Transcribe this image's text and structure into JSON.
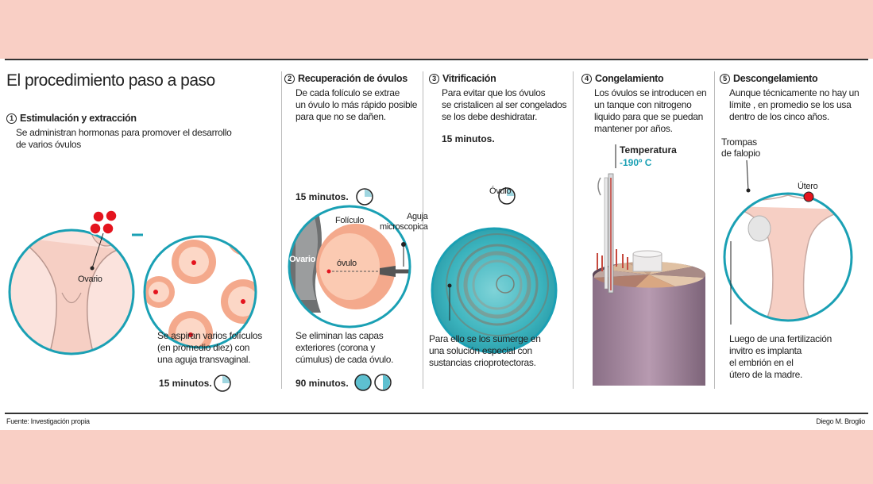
{
  "title": "El procedimiento paso a paso",
  "steps": [
    {
      "number": "1",
      "title": "Estimulación y extracción",
      "description": [
        "Se administran hormonas para promover el desarrollo",
        "de varios óvulos"
      ],
      "note": [
        "Se aspiran varios folículos",
        "(en promedio diez) con",
        "una aguja transvaginal."
      ],
      "time": "15 minutos."
    },
    {
      "number": "2",
      "title": "Recuperación de óvulos",
      "description": [
        "De cada folículo se extrae",
        "un óvulo lo más rápido posible",
        "para que no se dañen."
      ],
      "time_top": "15 minutos.",
      "note": [
        "Se eliminan las capas",
        "exteriores (corona y",
        "cúmulus) de cada óvulo."
      ],
      "time": "90 minutos."
    },
    {
      "number": "3",
      "title": "Vitrificación",
      "description": [
        "Para evitar que los óvulos",
        "se cristalicen al ser congelados",
        "se los debe deshidratar."
      ],
      "time": "15 minutos.",
      "note": [
        "Para ello se los sumerge en",
        "una solución especial con",
        "sustancias crioprotectoras."
      ]
    },
    {
      "number": "4",
      "title": "Congelamiento",
      "description": [
        "Los óvulos se introducen en",
        "un tanque con nitrogeno",
        "liquido para que se puedan",
        "mantener por años."
      ],
      "temperature_label": "Temperatura",
      "temperature_value": "-190º C"
    },
    {
      "number": "5",
      "title": "Descongelamiento",
      "description": [
        "Aunque técnicamente no hay un",
        "límite , en promedio se los usa",
        "dentro de los cinco años."
      ],
      "note": [
        "Luego de una fertilización",
        "invitro es implanta",
        "el embrión en el",
        "útero de la madre."
      ]
    }
  ],
  "labels": {
    "ovario_1": "Ovario",
    "foliculo": "Folículo",
    "aguja": [
      "Aguja",
      "microscopica"
    ],
    "ovario_2": "Ovario",
    "ovulo_2": "óvulo",
    "ovulo_3": "Óvulo",
    "trompas": [
      "Trompas",
      "de falopio"
    ],
    "utero": "Útero"
  },
  "footer": {
    "source": "Fuente: Investigación propia",
    "author": "Diego M. Broglio"
  },
  "colors": {
    "background": "#f9cfc5",
    "teal": "#1aa0b4",
    "follicle": "#f4a98c",
    "red": "#e4141e"
  }
}
